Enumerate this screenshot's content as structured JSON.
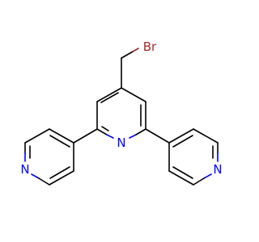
{
  "molecule": {
    "atoms": {
      "bromine": "Br",
      "nitrogen_center": "N",
      "nitrogen_left": "N",
      "nitrogen_right": "N"
    },
    "colors": {
      "carbon_bonds": "#000000",
      "nitrogen": "#0000ff",
      "bromine": "#a52a2a",
      "background": "#ffffff"
    }
  }
}
